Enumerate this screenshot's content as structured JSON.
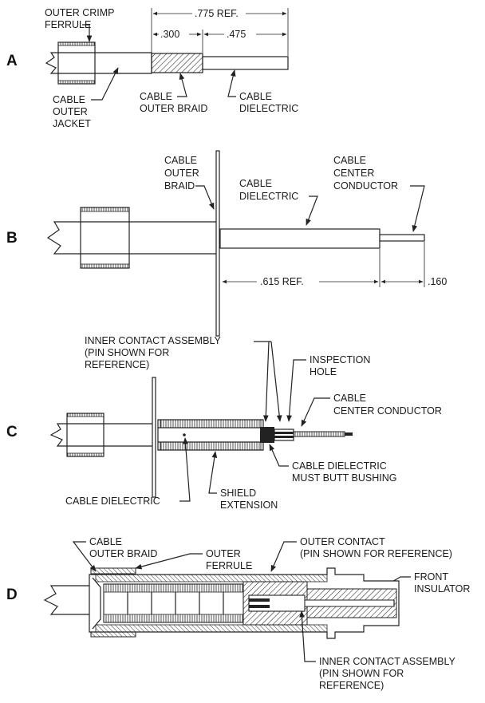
{
  "steps": {
    "a": {
      "letter": "A",
      "ferrule_label": [
        "OUTER CRIMP",
        "FERRULE"
      ],
      "dims": {
        "total": ".775 REF.",
        "braid": ".300",
        "dielectric": ".475"
      },
      "jacket_label": [
        "CABLE",
        "OUTER",
        "JACKET"
      ],
      "braid_label": [
        "CABLE",
        "OUTER BRAID"
      ],
      "dielectric_label": [
        "CABLE",
        "DIELECTRIC"
      ]
    },
    "b": {
      "letter": "B",
      "braid_label": [
        "CABLE",
        "OUTER",
        "BRAID"
      ],
      "dielectric_label": [
        "CABLE",
        "DIELECTRIC"
      ],
      "conductor_label": [
        "CABLE",
        "CENTER",
        "CONDUCTOR"
      ],
      "dims": {
        "dielectric": ".615 REF.",
        "conductor": ".160"
      }
    },
    "c": {
      "letter": "C",
      "inner_contact_label": [
        "INNER CONTACT ASSEMBLY",
        "(PIN SHOWN FOR",
        "REFERENCE)"
      ],
      "inspection_label": [
        "INSPECTION",
        "HOLE"
      ],
      "conductor_label": [
        "CABLE",
        "CENTER CONDUCTOR"
      ],
      "butt_label": [
        "CABLE DIELECTRIC",
        "MUST BUTT BUSHING"
      ],
      "dielectric_label": "CABLE DIELECTRIC",
      "shield_label": [
        "SHIELD",
        "EXTENSION"
      ]
    },
    "d": {
      "letter": "D",
      "braid_label": [
        "CABLE",
        "OUTER BRAID"
      ],
      "ferrule_label": [
        "OUTER",
        "FERRULE"
      ],
      "outer_contact_label": [
        "OUTER CONTACT",
        "(PIN SHOWN FOR REFERENCE)"
      ],
      "insulator_label": [
        "FRONT",
        "INSULATOR"
      ],
      "inner_contact_label": [
        "INNER CONTACT ASSEMBLY",
        "(PIN SHOWN FOR",
        "REFERENCE)"
      ]
    }
  }
}
